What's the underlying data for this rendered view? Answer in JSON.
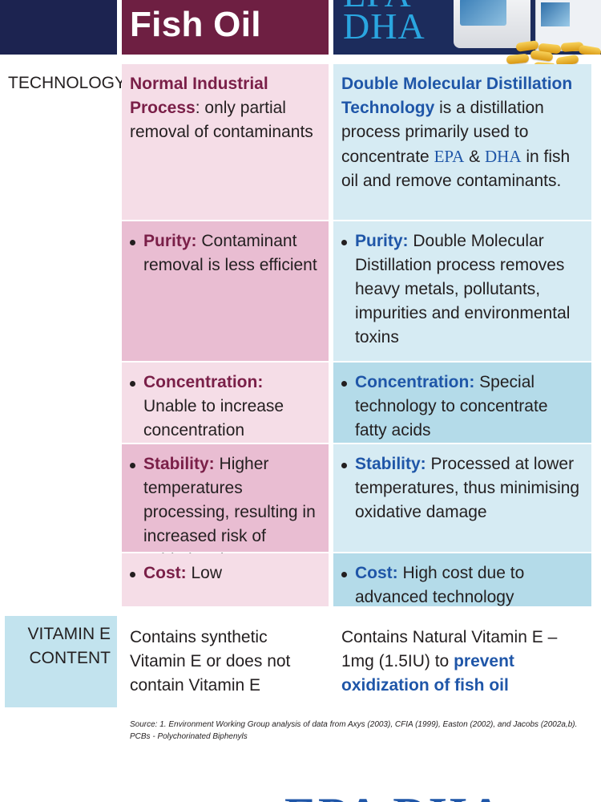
{
  "header": {
    "col2_title": "Fish Oil",
    "col3_title": "DHA",
    "col3_title_top": "EPA"
  },
  "colors": {
    "navy_header": "#1c2350",
    "maroon_header": "#6e1f42",
    "brand_blue": "#1f56a8",
    "maroon_text": "#7a1f48"
  },
  "rows": {
    "technology": {
      "label": "TECHNOLOGY",
      "left_bold": "Normal Industrial Process",
      "left_rest": ": only partial removal of contaminants",
      "right_bold": "Double Molecular Distillation Technology",
      "right_text1": " is a distillation process primarily used to concentrate ",
      "right_epa": "EPA",
      "right_amp": " & ",
      "right_dha": "DHA",
      "right_text2": " in fish oil and remove contaminants."
    },
    "purity": {
      "left_key": "Purity:",
      "left_val": " Contaminant removal is less efficient",
      "right_key": "Purity:",
      "right_val": " Double Molecular Distillation process removes heavy metals, pollutants, impurities and environmental toxins"
    },
    "concentration": {
      "left_key": "Concentration:",
      "left_val": " Unable to increase concentration",
      "right_key": "Concentration:",
      "right_val": " Special technology to concentrate fatty acids"
    },
    "stability": {
      "left_key": "Stability:",
      "left_val": " Higher temperatures processing, resulting in increased risk of oxidative damage",
      "right_key": "Stability:",
      "right_val": " Processed at lower temperatures, thus minimising oxidative damage"
    },
    "cost": {
      "left_key": "Cost:",
      "left_val": " Low",
      "right_key": "Cost:",
      "right_val": " High cost due to advanced technology"
    },
    "vitamin_e": {
      "label_line1": "VITAMIN E",
      "label_line2": "CONTENT",
      "left_text": "Contains synthetic Vitamin E or does not contain Vitamin E",
      "right_text": "Contains Natural Vitamin E – 1mg (1.5IU) to ",
      "right_bold": "prevent oxidization of fish oil"
    }
  },
  "source": {
    "line1": "Source: 1. Environment Working Group analysis of data from Axys (2003), CFIA (1999), Easton (2002), and Jacobs (2002a,b).",
    "line2": "PCBs - Polychorinated Biphenyls"
  },
  "footer": {
    "logo_text": "EPA DHA"
  }
}
